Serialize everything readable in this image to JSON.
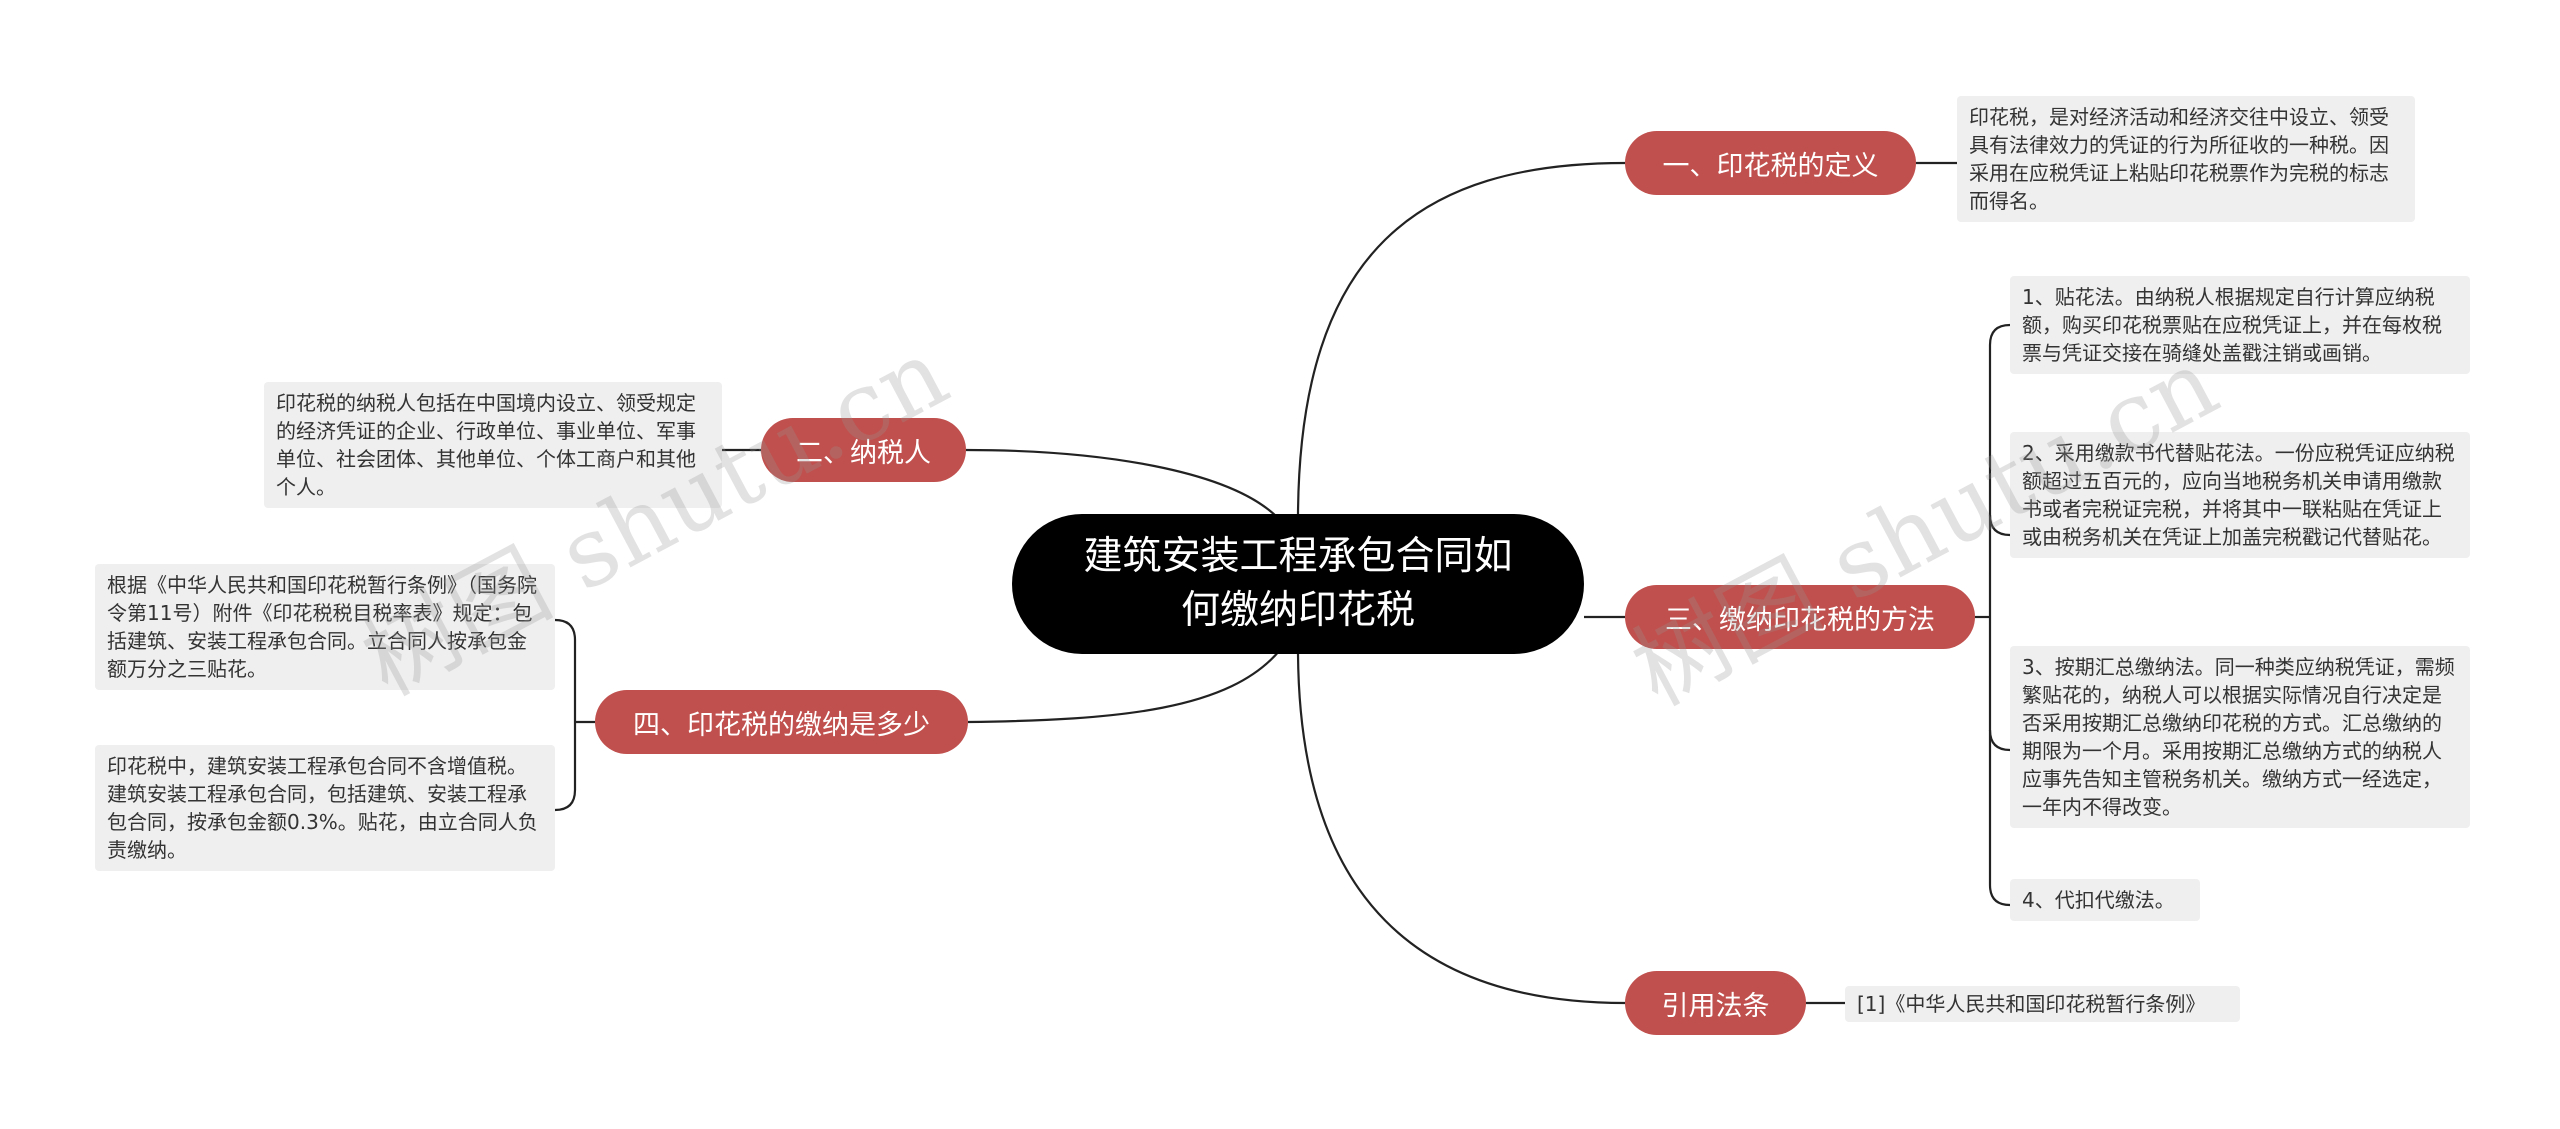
{
  "root": {
    "title": "建筑安装工程承包合同如何缴纳印花税"
  },
  "branches": [
    {
      "label": "一、印花税的定义",
      "leaves": [
        "印花税，是对经济活动和经济交往中设立、领受具有法律效力的凭证的行为所征收的一种税。因采用在应税凭证上粘贴印花税票作为完税的标志而得名。"
      ]
    },
    {
      "label": "二、纳税人",
      "leaves": [
        "印花税的纳税人包括在中国境内设立、领受规定的经济凭证的企业、行政单位、事业单位、军事单位、社会团体、其他单位、个体工商户和其他个人。"
      ]
    },
    {
      "label": "三、缴纳印花税的方法",
      "leaves": [
        "1、贴花法。由纳税人根据规定自行计算应纳税额，购买印花税票贴在应税凭证上，并在每枚税票与凭证交接在骑缝处盖戳注销或画销。",
        "2、采用缴款书代替贴花法。一份应税凭证应纳税额超过五百元的，应向当地税务机关申请用缴款书或者完税证完税，并将其中一联粘贴在凭证上或由税务机关在凭证上加盖完税戳记代替贴花。",
        "3、按期汇总缴纳法。同一种类应纳税凭证，需频繁贴花的，纳税人可以根据实际情况自行决定是否采用按期汇总缴纳印花税的方式。汇总缴纳的期限为一个月。采用按期汇总缴纳方式的纳税人应事先告知主管税务机关。缴纳方式一经选定，一年内不得改变。",
        "4、代扣代缴法。"
      ]
    },
    {
      "label": "四、印花税的缴纳是多少",
      "leaves": [
        "根据《中华人民共和国印花税暂行条例》（国务院令第11号）附件《印花税税目税率表》规定：包括建筑、安装工程承包合同。立合同人按承包金额万分之三贴花。",
        "印花税中，建筑安装工程承包合同不含增值税。建筑安装工程承包合同，包括建筑、安装工程承包合同，按承包金额0.3%。贴花，由立合同人负责缴纳。"
      ]
    },
    {
      "label": "引用法条",
      "leaves": [
        "[1]《中华人民共和国印花税暂行条例》"
      ]
    }
  ],
  "watermark": [
    "树图 shutu.cn",
    "树图 shutu.cn"
  ],
  "colors": {
    "root": "#000000",
    "branch": "#c0504d",
    "leaf_bg": "#efefef",
    "line": "#222222"
  }
}
